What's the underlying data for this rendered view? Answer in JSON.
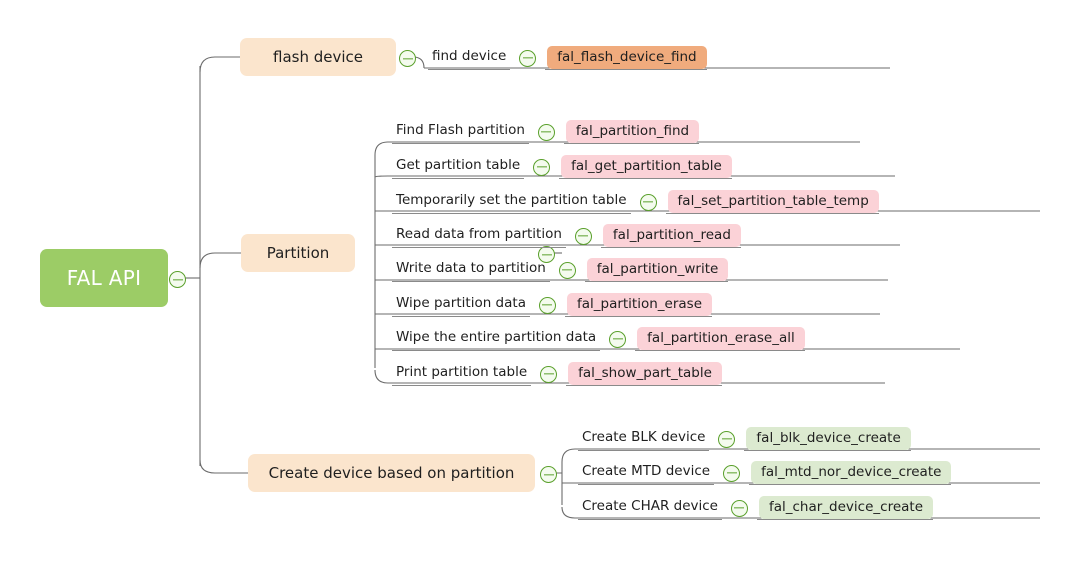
{
  "diagram": {
    "type": "mindmap",
    "title": "FAL API",
    "orientation": "left-to-right",
    "background_color": "#ffffff",
    "connector_color": "#6b6b6b",
    "toggle_icon": "collapse-minus-circle-icon",
    "toggle_color": "#5aa02c"
  },
  "root": {
    "label": "FAL API",
    "color": "#9ccc66",
    "text_color": "#ffffff"
  },
  "branches": [
    {
      "id": "flash-device",
      "label": "flash device",
      "color": "#fbe5cd",
      "children": [
        {
          "label": "find device",
          "api": "fal_flash_device_find",
          "badge_color": "#f0ab7d"
        }
      ]
    },
    {
      "id": "partition",
      "label": "Partition",
      "color": "#fbe5cd",
      "children": [
        {
          "label": "Find Flash partition",
          "api": "fal_partition_find",
          "badge_color": "#fbd2d7"
        },
        {
          "label": "Get partition table",
          "api": "fal_get_partition_table",
          "badge_color": "#fbd2d7"
        },
        {
          "label": "Temporarily set the partition table",
          "api": "fal_set_partition_table_temp",
          "badge_color": "#fbd2d7"
        },
        {
          "label": "Read data from partition",
          "api": "fal_partition_read",
          "badge_color": "#fbd2d7"
        },
        {
          "label": "Write data to partition",
          "api": "fal_partition_write",
          "badge_color": "#fbd2d7"
        },
        {
          "label": "Wipe partition data",
          "api": "fal_partition_erase",
          "badge_color": "#fbd2d7"
        },
        {
          "label": "Wipe the entire partition data",
          "api": "fal_partition_erase_all",
          "badge_color": "#fbd2d7"
        },
        {
          "label": "Print partition table",
          "api": "fal_show_part_table",
          "badge_color": "#fbd2d7"
        }
      ]
    },
    {
      "id": "create-device",
      "label": "Create device based on partition",
      "color": "#fbe5cd",
      "children": [
        {
          "label": "Create BLK device",
          "api": "fal_blk_device_create",
          "badge_color": "#dcead0"
        },
        {
          "label": "Create MTD device",
          "api": "fal_mtd_nor_device_create",
          "badge_color": "#dcead0"
        },
        {
          "label": "Create CHAR device",
          "api": "fal_char_device_create",
          "badge_color": "#dcead0"
        }
      ]
    }
  ]
}
